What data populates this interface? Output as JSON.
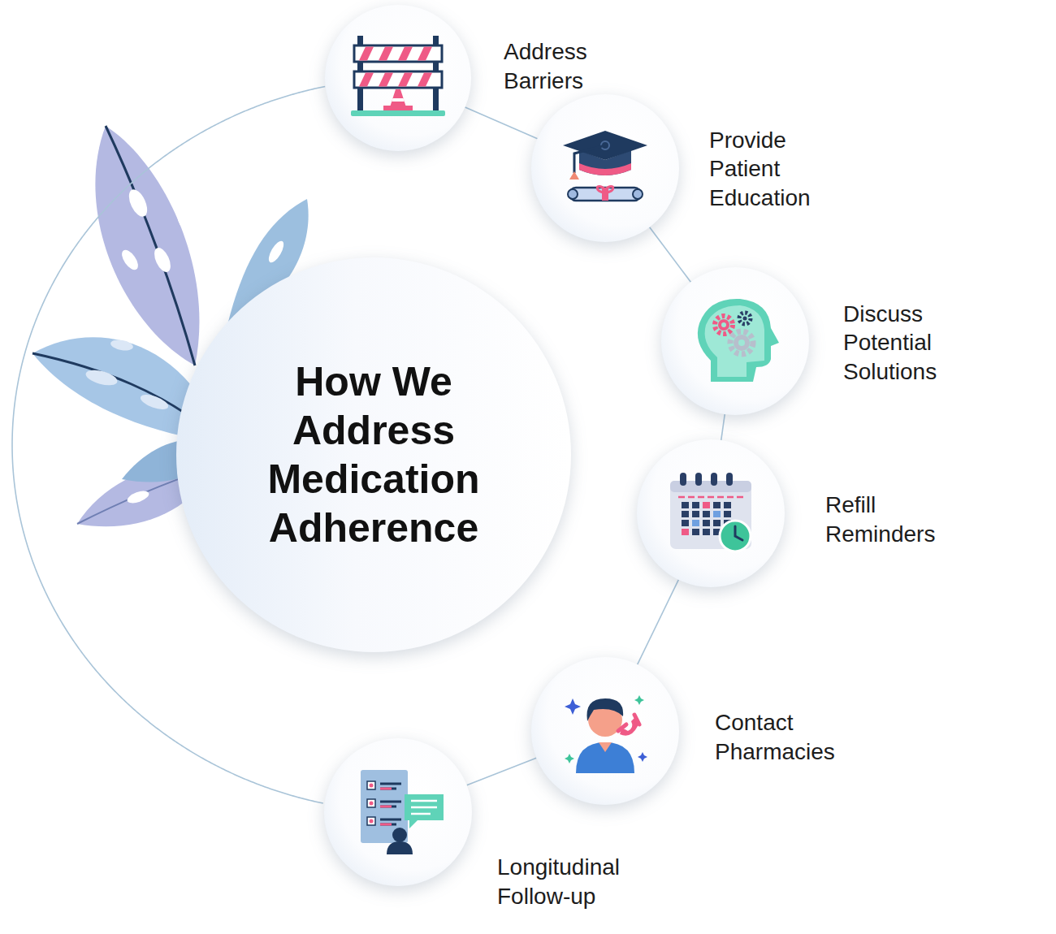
{
  "diagram": {
    "nodes": [
      {
        "text": [
          "How We Address Medication Adherence"
        ]
      },
      {
        "text": [
          "Address Barriers"
        ]
      },
      {
        "text": [
          "Provide Patient Education"
        ]
      },
      {
        "text": [
          "Discuss Potential Solutions"
        ]
      },
      {
        "text": [
          "Refill Reminders"
        ]
      },
      {
        "text": [
          "Contact Pharmacies"
        ]
      },
      {
        "text": [
          "Longitudinal Follow-up"
        ]
      }
    ],
    "edges": [
      {
        "from": 1,
        "to": 2,
        "arrow": "none"
      },
      {
        "from": 2,
        "to": 3,
        "arrow": "none"
      },
      {
        "from": 3,
        "to": 4,
        "arrow": "none"
      },
      {
        "from": 4,
        "to": 5,
        "arrow": "none"
      },
      {
        "from": 5,
        "to": 6,
        "arrow": "none"
      },
      {
        "from": 6,
        "to": 1,
        "arrow": "none"
      }
    ]
  }
}
